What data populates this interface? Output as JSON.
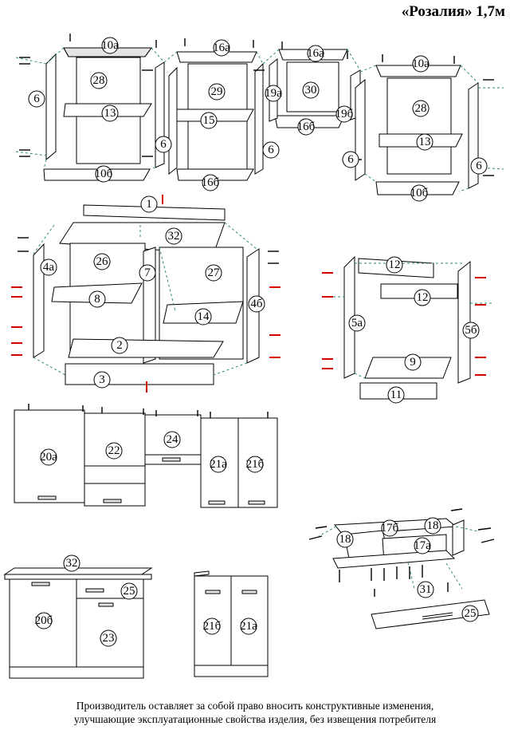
{
  "title": "«Розалия» 1,7м",
  "footer": {
    "line1": "Производитель оставляет за собой право вносить конструктивные изменения,",
    "line2": "улучшающие эксплуатационные свойства изделия, без извещения потребителя"
  },
  "parts": {
    "p10a": "10а",
    "p10b": "10б",
    "p28": "28",
    "p13": "13",
    "p6": "6",
    "p16a": "16а",
    "p16b": "16б",
    "p29": "29",
    "p15": "15",
    "p19a": "19а",
    "p19b": "19б",
    "p30": "30",
    "p1": "1",
    "p32": "32",
    "p26": "26",
    "p27": "27",
    "p7": "7",
    "p8": "8",
    "p14": "14",
    "p4a": "4а",
    "p4b": "4б",
    "p2": "2",
    "p3": "3",
    "p12": "12",
    "p5a": "5а",
    "p5b": "5б",
    "p9": "9",
    "p11": "11",
    "p20a": "20а",
    "p20b": "20б",
    "p22": "22",
    "p24": "24",
    "p21a": "21а",
    "p21b": "21б",
    "p17b": "17б",
    "p17a": "17а",
    "p18": "18",
    "p31": "31",
    "p25": "25",
    "p23": "23"
  }
}
